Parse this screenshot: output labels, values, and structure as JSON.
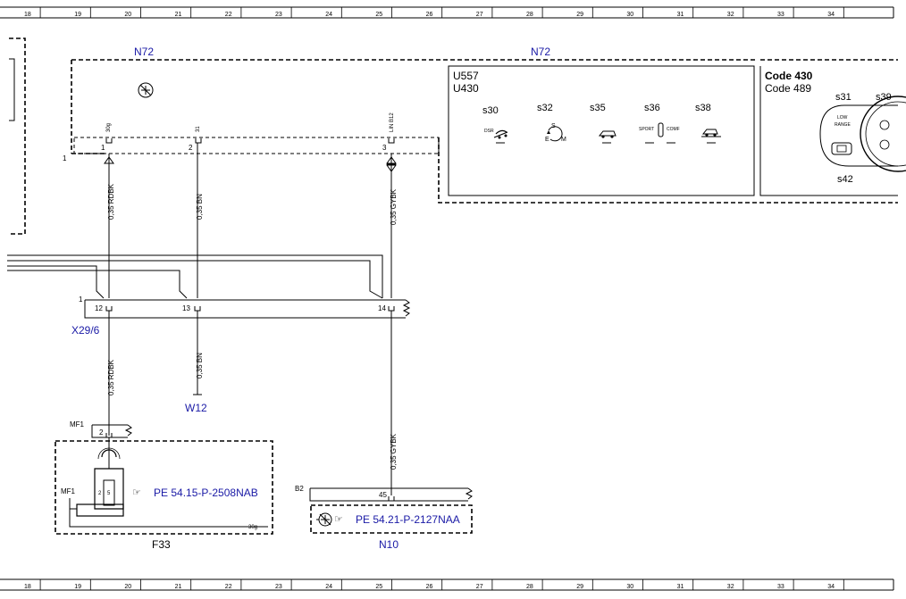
{
  "grid": {
    "columns": [
      "18",
      "19",
      "20",
      "21",
      "22",
      "23",
      "24",
      "25",
      "26",
      "27",
      "28",
      "29",
      "30",
      "31",
      "32",
      "33",
      "34"
    ]
  },
  "modules": {
    "n72_left": "N72",
    "n72_right": "N72",
    "u557": "U557",
    "u430": "U430",
    "code430": "Code 430",
    "code489": "Code 489",
    "x29_6": "X29/6",
    "w12": "W12",
    "f33": "F33",
    "n10": "N10",
    "mf1_top": "MF1",
    "mf1_side": "MF1",
    "b2": "B2"
  },
  "refs": {
    "f33_ref": "PE 54.15-P-2508NAB",
    "n10_ref": "PE 54.21-P-2127NAA"
  },
  "switches": {
    "s30": "s30",
    "s32": "s32",
    "s35": "s35",
    "s36": "s36",
    "s38": "s38",
    "s31": "s31",
    "s39": "s39",
    "s42": "s42",
    "dsr": "DSR",
    "sport": "SPORT",
    "comf": "COMF",
    "low": "LOW",
    "range": "RANGE",
    "s": "S",
    "e": "E",
    "m": "M"
  },
  "wires": {
    "w1_top": "0,35 RDBK",
    "w2_top": "0,35 BN",
    "w3_top": "0,35 GYBK",
    "w1_bot": "0,35 RDBK",
    "w2_bot": "0,35 BN",
    "w3_bot": "0,35 GYBK"
  },
  "pins": {
    "n72_p1": "1",
    "n72_p2": "2",
    "n72_p3": "3",
    "n72_p1_name": "30g",
    "n72_p2_name": "31",
    "n72_p3_name": "LIN B12",
    "n72_conn": "1",
    "x29_conn": "1",
    "x29_p12": "12",
    "x29_p13": "13",
    "x29_p14": "14",
    "f33_p2": "2",
    "f33_inner_2": "2",
    "f33_inner_5": "5",
    "f33_30g": "30g",
    "n10_p45": "45"
  }
}
